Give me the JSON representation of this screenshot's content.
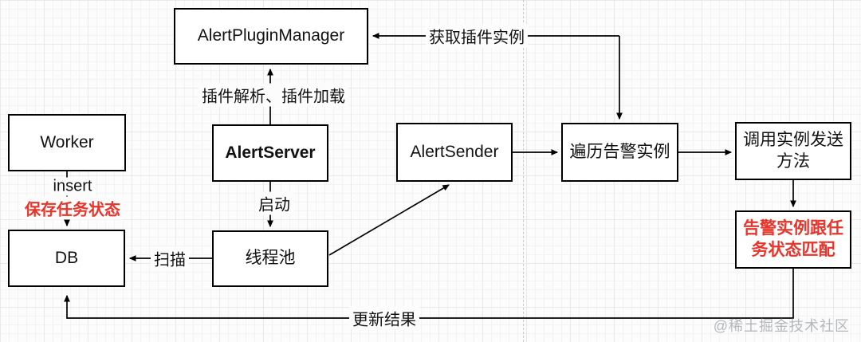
{
  "diagram": {
    "nodes": {
      "alert_plugin_manager": {
        "label": "AlertPluginManager"
      },
      "worker": {
        "label": "Worker"
      },
      "alert_server": {
        "label": "AlertServer"
      },
      "alert_sender": {
        "label": "AlertSender"
      },
      "iterate_alert_instances": {
        "label": "遍历告警实例"
      },
      "call_instance_send_method": {
        "label": "调用实例发送\n方法"
      },
      "alert_instance_match_task_status": {
        "label": "告警实例跟任\n务状态匹配"
      },
      "db": {
        "label": "DB"
      },
      "thread_pool": {
        "label": "线程池"
      }
    },
    "edge_labels": {
      "get_plugin_instance": "获取插件实例",
      "plugin_parse_and_load": "插件解析、插件加载",
      "start": "启动",
      "insert": "insert",
      "save_task_status": "保存任务状态",
      "scan": "扫描",
      "update_result": "更新结果"
    },
    "colors": {
      "node_border": "#000000",
      "node_fill": "#ffffff",
      "text": "#111111",
      "highlight_red": "#e8352b",
      "watermark_gray": "#b4b7bc"
    }
  },
  "watermark": "@稀土掘金技术社区"
}
